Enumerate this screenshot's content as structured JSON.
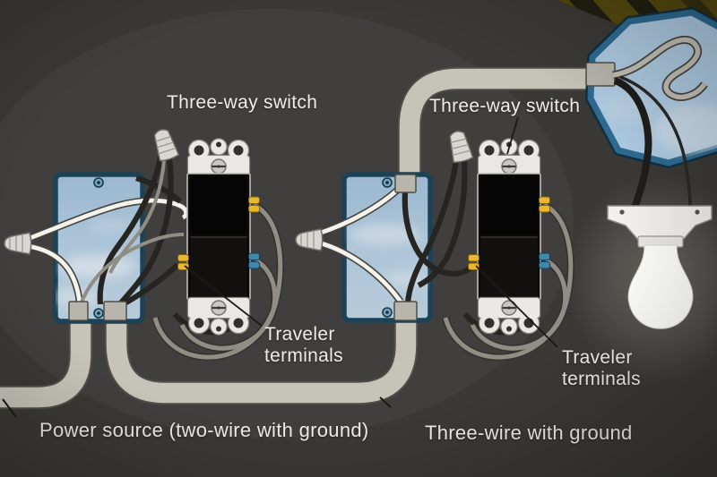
{
  "scene": {
    "type": "wiring-diagram-illustration",
    "labels": {
      "switch_left_title": "Three-way switch",
      "switch_right_title": "Three-way switch",
      "traveler_left": {
        "line1": "Traveler",
        "line2": "terminals"
      },
      "traveler_right": {
        "line1": "Traveler",
        "line2": "terminals"
      },
      "caption_power": "Power source (two-wire with ground)",
      "caption_three_wire": "Three-wire with ground"
    },
    "colors": {
      "background": "#3a3936",
      "label_text": "#eeede9",
      "electrical_box_fill": "#a9c4da",
      "electrical_box_border": "#1c4257",
      "cable_sheath_gray": "#c6c3b9",
      "switch_body_black": "#0a0a09",
      "switch_strap_white": "#e9e8e4",
      "traveler_terminal_yellow": "#eab72e",
      "common_terminal_blue": "#4186ad",
      "white_wire": "#f4f3ee",
      "black_wire": "#262521",
      "gray_wire": "#908d84",
      "wire_nut_gray": "#d9d7d1",
      "hazard_stripe_olive": "#55490f",
      "bulb_white": "#fdfdfa"
    }
  }
}
